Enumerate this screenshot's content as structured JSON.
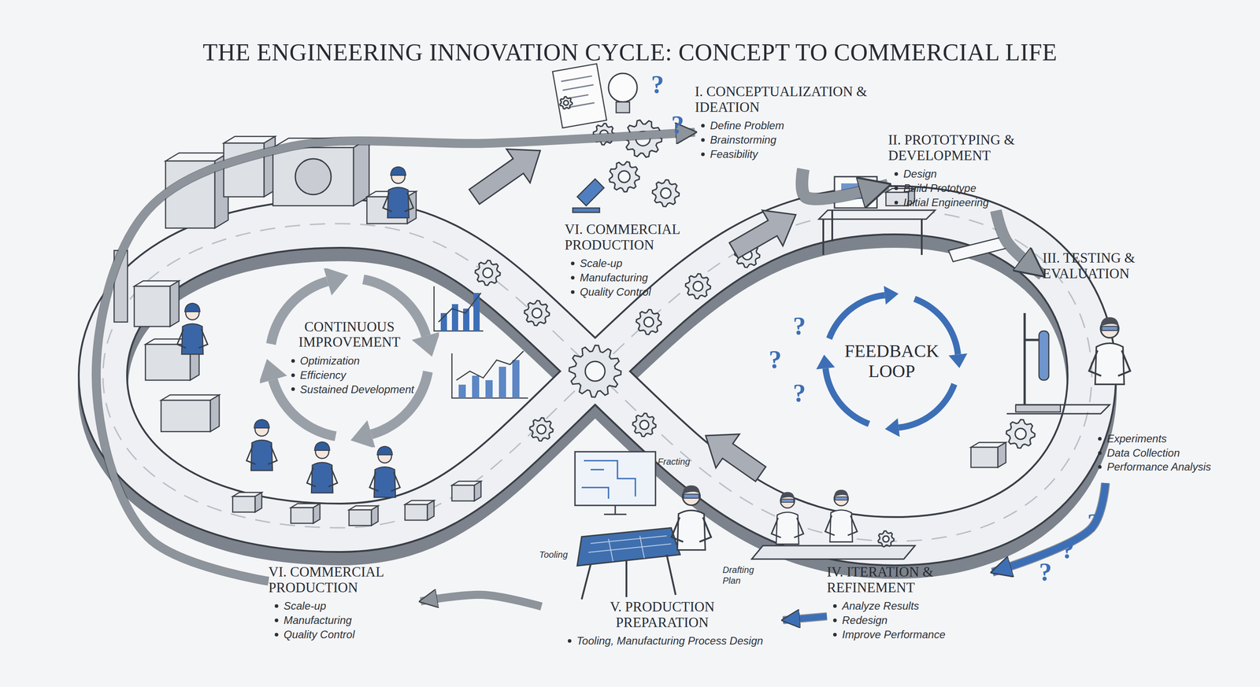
{
  "diagram": {
    "title": "THE ENGINEERING INNOVATION CYCLE: CONCEPT TO COMMERCIAL LIFE",
    "nodes": [
      {
        "text": [
          "I. CONCEPTUALIZATION & IDEATION",
          "Define Problem",
          "Brainstorming",
          "Feasibility"
        ]
      },
      {
        "text": [
          "II. PROTOTYPING & DEVELOPMENT",
          "Design",
          "Build Prototype",
          "Initial Engineering"
        ]
      },
      {
        "text": [
          "III. TESTING & EVALUATION",
          "Experiments",
          "Data Collection",
          "Performance Analysis"
        ]
      },
      {
        "text": [
          "IV. ITERATION & REFINEMENT",
          "Analyze Results",
          "Redesign",
          "Improve Performance"
        ]
      },
      {
        "text": [
          "V. PRODUCTION PREPARATION",
          "Tooling, Manufacturing Process Design"
        ]
      },
      {
        "text": [
          "VI. COMMERCIAL PRODUCTION",
          "Scale-up",
          "Manufacturing",
          "Quality Control"
        ]
      },
      {
        "text": [
          "VI. COMMERCIAL PRODUCTION",
          "Scale-up",
          "Manufacturing",
          "Quality Control"
        ]
      },
      {
        "text": [
          "CONTINUOUS IMPROVEMENT",
          "Optimization",
          "Efficiency",
          "Sustained Development"
        ]
      },
      {
        "text": [
          "FEEDBACK LOOP"
        ]
      }
    ],
    "edges": [
      {
        "from": 0,
        "to": 1,
        "arrow": "to"
      },
      {
        "from": 1,
        "to": 2,
        "arrow": "to"
      },
      {
        "from": 2,
        "to": 3,
        "arrow": "to"
      },
      {
        "from": 3,
        "to": 4,
        "arrow": "to"
      },
      {
        "from": 4,
        "to": 5,
        "arrow": "to"
      },
      {
        "from": 5,
        "to": 0,
        "arrow": "to"
      }
    ],
    "labels": [
      "Fracting",
      "Tooling",
      "Drafting Plan",
      "?",
      "?",
      "?",
      "?",
      "?",
      "?",
      "?",
      "?"
    ]
  }
}
